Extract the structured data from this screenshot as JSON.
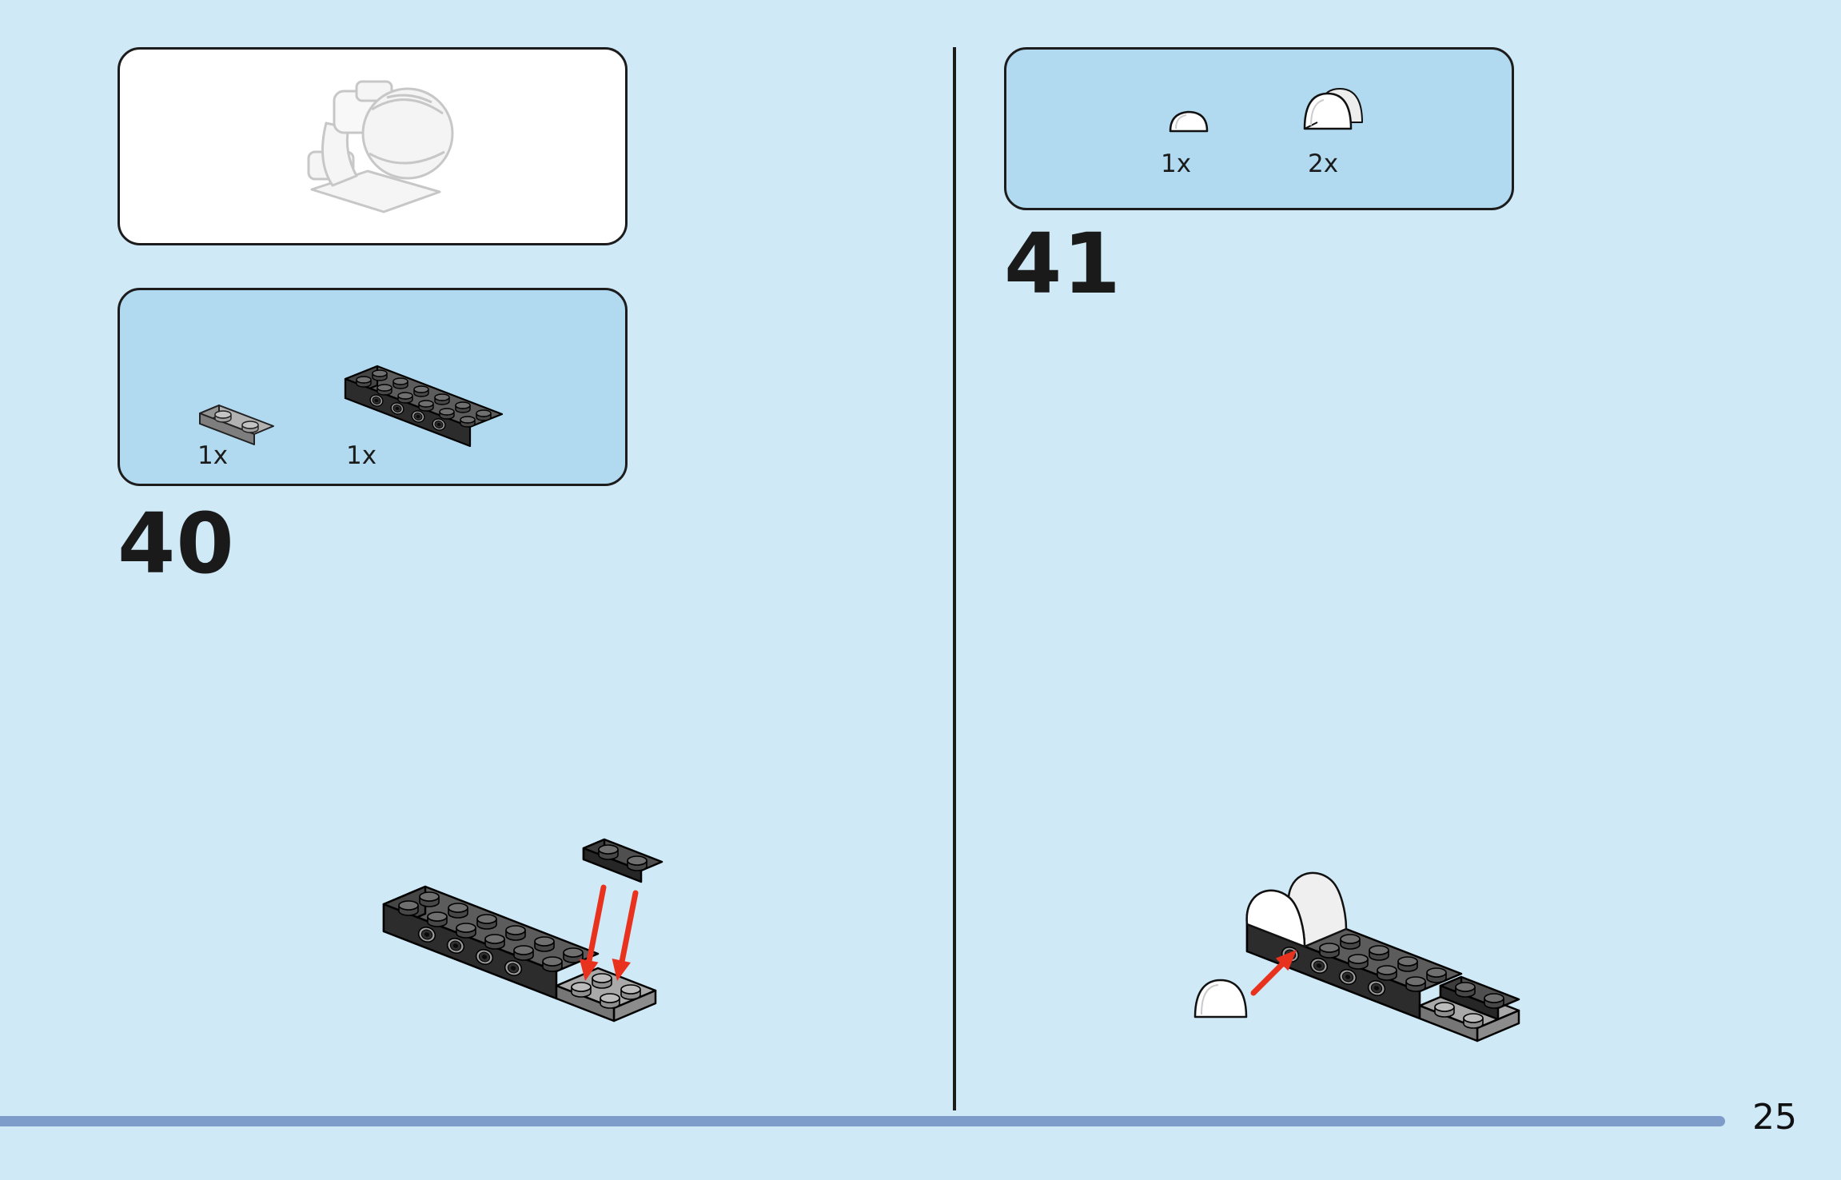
{
  "page": {
    "number": "25"
  },
  "colors": {
    "background": "#cfe9f7",
    "callout_background": "#b1d9ef",
    "outline": "#1c1c1c",
    "arrow_red": "#e8321e",
    "footer_bar": "#7e9cc9",
    "preview_background": "#ffffff"
  },
  "steps": [
    {
      "number": "40",
      "parts": [
        {
          "part": "plate-1x2-dark-gray",
          "count": "1x"
        },
        {
          "part": "plate-2x6-with-side-studs-black",
          "count": "1x"
        }
      ]
    },
    {
      "number": "41",
      "parts": [
        {
          "part": "slope-curved-small-white",
          "count": "1x"
        },
        {
          "part": "slope-curved-arch-white",
          "count": "2x"
        }
      ]
    }
  ]
}
